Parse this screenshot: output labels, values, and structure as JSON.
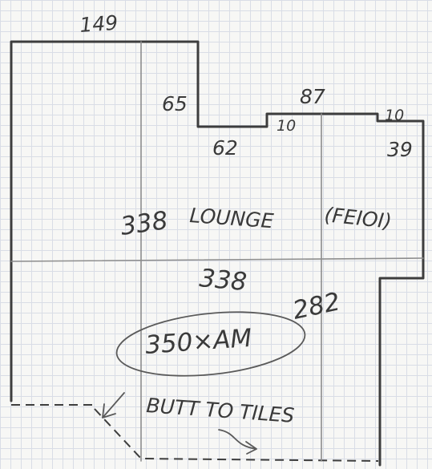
{
  "dimensions": {
    "top_width": "149",
    "notch_height": "65",
    "notch_width": "62",
    "step_small_a": "10",
    "mid_width": "87",
    "step_small_b": "10",
    "right_height": "39",
    "lounge_height": "338",
    "total_width": "338",
    "right_lower": "282"
  },
  "labels": {
    "room": "LOUNGE",
    "alcove": "(FEIOI)",
    "area": "350×AM",
    "note": "BUTT TO TILES"
  }
}
